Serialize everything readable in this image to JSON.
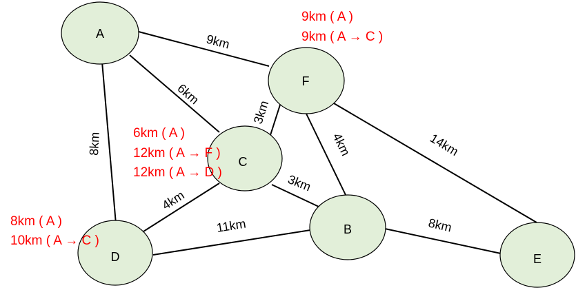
{
  "colors": {
    "node_fill": "#e2efd9",
    "node_stroke": "#000000",
    "edge": "#000000",
    "annotation": "#ff0000"
  },
  "nodes": {
    "A": {
      "label": "A"
    },
    "B": {
      "label": "B"
    },
    "C": {
      "label": "C"
    },
    "D": {
      "label": "D"
    },
    "E": {
      "label": "E"
    },
    "F": {
      "label": "F"
    }
  },
  "edges": {
    "A_F": {
      "from": "A",
      "to": "F",
      "label": "9km"
    },
    "A_C": {
      "from": "A",
      "to": "C",
      "label": "6km"
    },
    "A_D": {
      "from": "A",
      "to": "D",
      "label": "8km"
    },
    "C_F": {
      "from": "C",
      "to": "F",
      "label": "3km"
    },
    "C_B": {
      "from": "C",
      "to": "B",
      "label": "3km"
    },
    "C_D": {
      "from": "C",
      "to": "D",
      "label": "4km"
    },
    "F_B": {
      "from": "F",
      "to": "B",
      "label": "4km"
    },
    "F_E": {
      "from": "F",
      "to": "E",
      "label": "14km"
    },
    "D_B": {
      "from": "D",
      "to": "B",
      "label": "11km"
    },
    "B_E": {
      "from": "B",
      "to": "E",
      "label": "8km"
    }
  },
  "annotations": {
    "F": [
      "9km ( A )",
      "9km ( A → C )"
    ],
    "C": [
      "6km ( A )",
      "12km ( A → F )",
      "12km ( A → D )"
    ],
    "D": [
      "8km ( A )",
      "10km ( A → C )"
    ]
  }
}
